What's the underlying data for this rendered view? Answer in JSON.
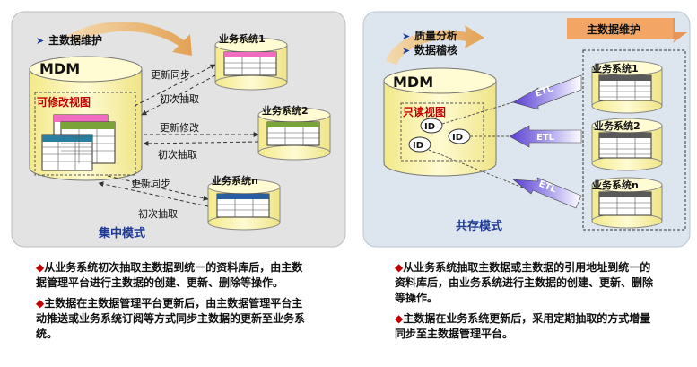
{
  "left_panel": {
    "mode_label": "集中模式",
    "maint_label": "主数据维护",
    "mdm_label": "MDM",
    "view_label": "可修改视图",
    "systems": [
      "业务系统1",
      "业务系统2",
      "业务系统n"
    ],
    "arrow_labels": {
      "sync1": "更新同步",
      "extract1": "初次抽取",
      "modify2": "更新修改",
      "extract2": "初次抽取",
      "sync3": "更新同步",
      "extract3": "初次抽取"
    }
  },
  "right_panel": {
    "mode_label": "共存模式",
    "quality_label": "质量分析",
    "audit_label": "数据稽核",
    "maint_label": "主数据维护",
    "mdm_label": "MDM",
    "view_label": "只读视图",
    "id_label": "ID",
    "etl_label": "ETL",
    "systems": [
      "业务系统1",
      "业务系统2",
      "业务系统n"
    ]
  },
  "left_bullets": [
    "从业务系统初次抽取主数据到统一的资料库后，由主数据管理平台进行主数据的创建、更新、删除等操作。",
    "主数据在主数据管理平台更新后，由主数据管理平台主动推送或业务系统订阅等方式同步主数据的更新至业务系统。"
  ],
  "right_bullets": [
    "从业务系统抽取主数据或主数据的引用地址到统一的资料库后，由业务系统进行主数据的创建、更新、删除等操作。",
    "主数据在业务系统更新后，采用定期抽取的方式增量同步至主数据管理平台。"
  ],
  "colors": {
    "left_bg": "#e3e3e3",
    "right_bg": "#dde6ee",
    "cylinder": "#fdf7b3",
    "label_blue": "#1f3a93",
    "view_red": "#c00000",
    "table_pink": "#f06cc0",
    "table_green": "#7aa33a",
    "table_blue": "#2a5fa0",
    "table_teal": "#2a7fa0",
    "table_gray": "#5a5a5a"
  }
}
